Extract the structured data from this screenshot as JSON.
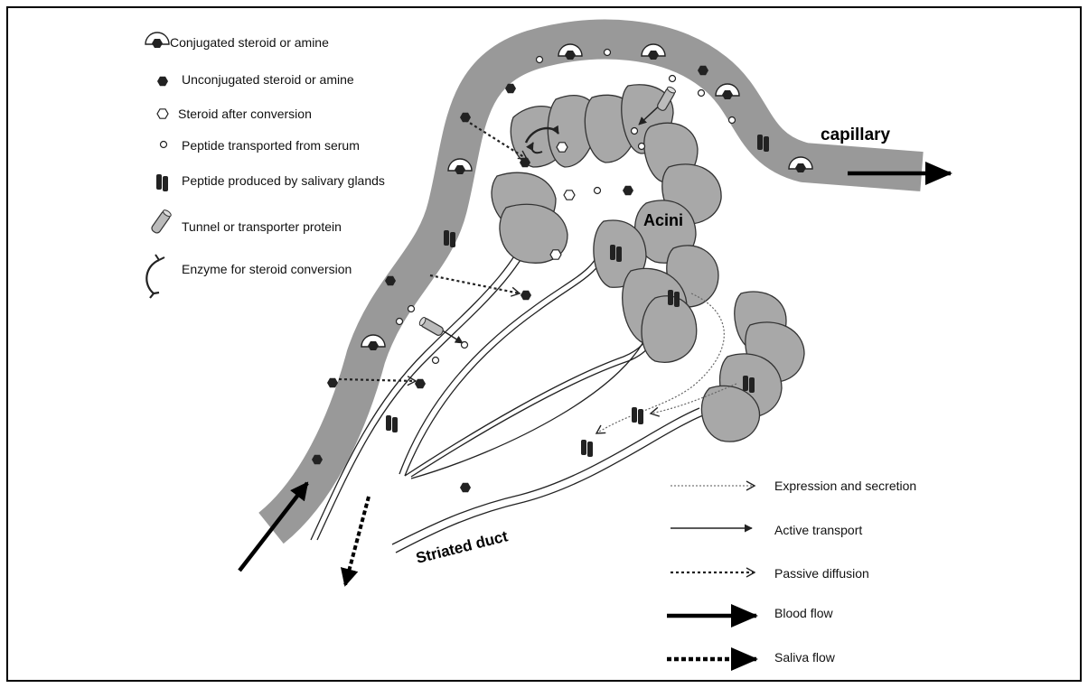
{
  "legend_top": [
    {
      "icon": "conjugated-icon",
      "label": "Conjugated steroid or amine"
    },
    {
      "icon": "unconjugated-icon",
      "label": "Unconjugated steroid or amine"
    },
    {
      "icon": "converted-steroid-icon",
      "label": "Steroid after conversion"
    },
    {
      "icon": "serum-peptide-icon",
      "label": "Peptide transported from serum"
    },
    {
      "icon": "gland-peptide-icon",
      "label": "Peptide produced by salivary glands"
    },
    {
      "icon": "transporter-icon",
      "label": "Tunnel or transporter protein"
    },
    {
      "icon": "enzyme-icon",
      "label": "Enzyme for steroid conversion"
    }
  ],
  "legend_bottom": [
    {
      "icon": "expression-arrow-icon",
      "label": "Expression and secretion"
    },
    {
      "icon": "active-transport-arrow-icon",
      "label": "Active transport"
    },
    {
      "icon": "passive-diffusion-arrow-icon",
      "label": "Passive diffusion"
    },
    {
      "icon": "blood-flow-arrow-icon",
      "label": "Blood flow"
    },
    {
      "icon": "saliva-flow-arrow-icon",
      "label": "Saliva flow"
    }
  ],
  "labels": {
    "capillary": "capillary",
    "acini": "Acini",
    "striated_duct": "Striated duct"
  },
  "colors": {
    "capillary_fill": "#999999",
    "cell_fill": "#a8a8a8",
    "dark": "#222222",
    "outline": "#333333"
  }
}
